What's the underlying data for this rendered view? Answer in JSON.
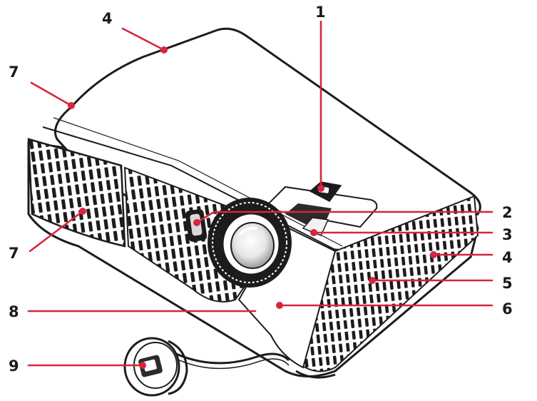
{
  "diagram": {
    "accent_color": "#d7263d",
    "subject_icon": "projector-icon",
    "callouts": [
      {
        "id": "1",
        "label": "1"
      },
      {
        "id": "2",
        "label": "2"
      },
      {
        "id": "3",
        "label": "3"
      },
      {
        "id": "4a",
        "label": "4"
      },
      {
        "id": "4b",
        "label": "4"
      },
      {
        "id": "5",
        "label": "5"
      },
      {
        "id": "6",
        "label": "6"
      },
      {
        "id": "7a",
        "label": "7"
      },
      {
        "id": "7b",
        "label": "7"
      },
      {
        "id": "8",
        "label": "8"
      },
      {
        "id": "9",
        "label": "9"
      }
    ]
  }
}
